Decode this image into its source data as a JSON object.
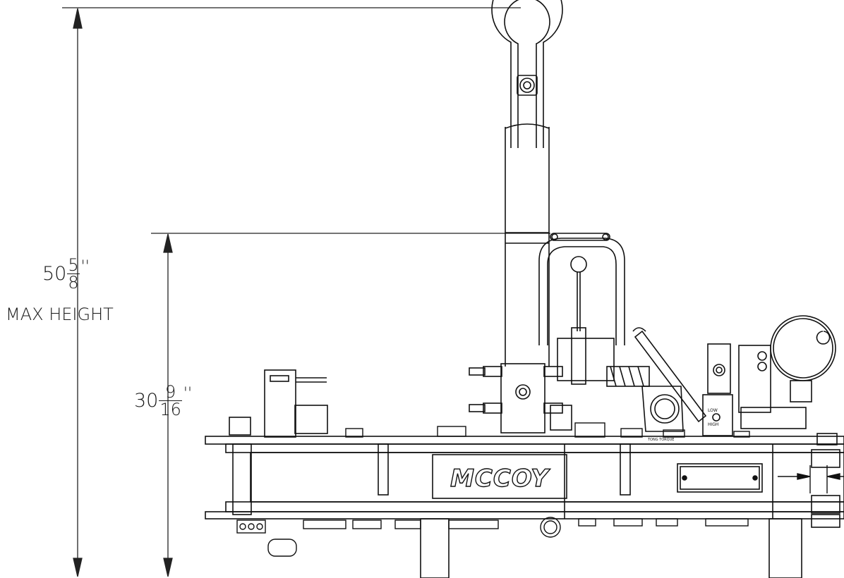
{
  "dimensions": {
    "max_height": {
      "whole": "50",
      "numerator": "5",
      "denominator": "8",
      "unit": "''",
      "label": "MAX HEIGHT"
    },
    "height": {
      "whole": "30",
      "numerator": "9",
      "denominator": "16",
      "unit": "''"
    }
  },
  "nameplate": {
    "brand": "MCCOY"
  },
  "labels": {
    "low": "LOW",
    "high": "HIGH",
    "tong_torque": "TONG TORQUE"
  }
}
